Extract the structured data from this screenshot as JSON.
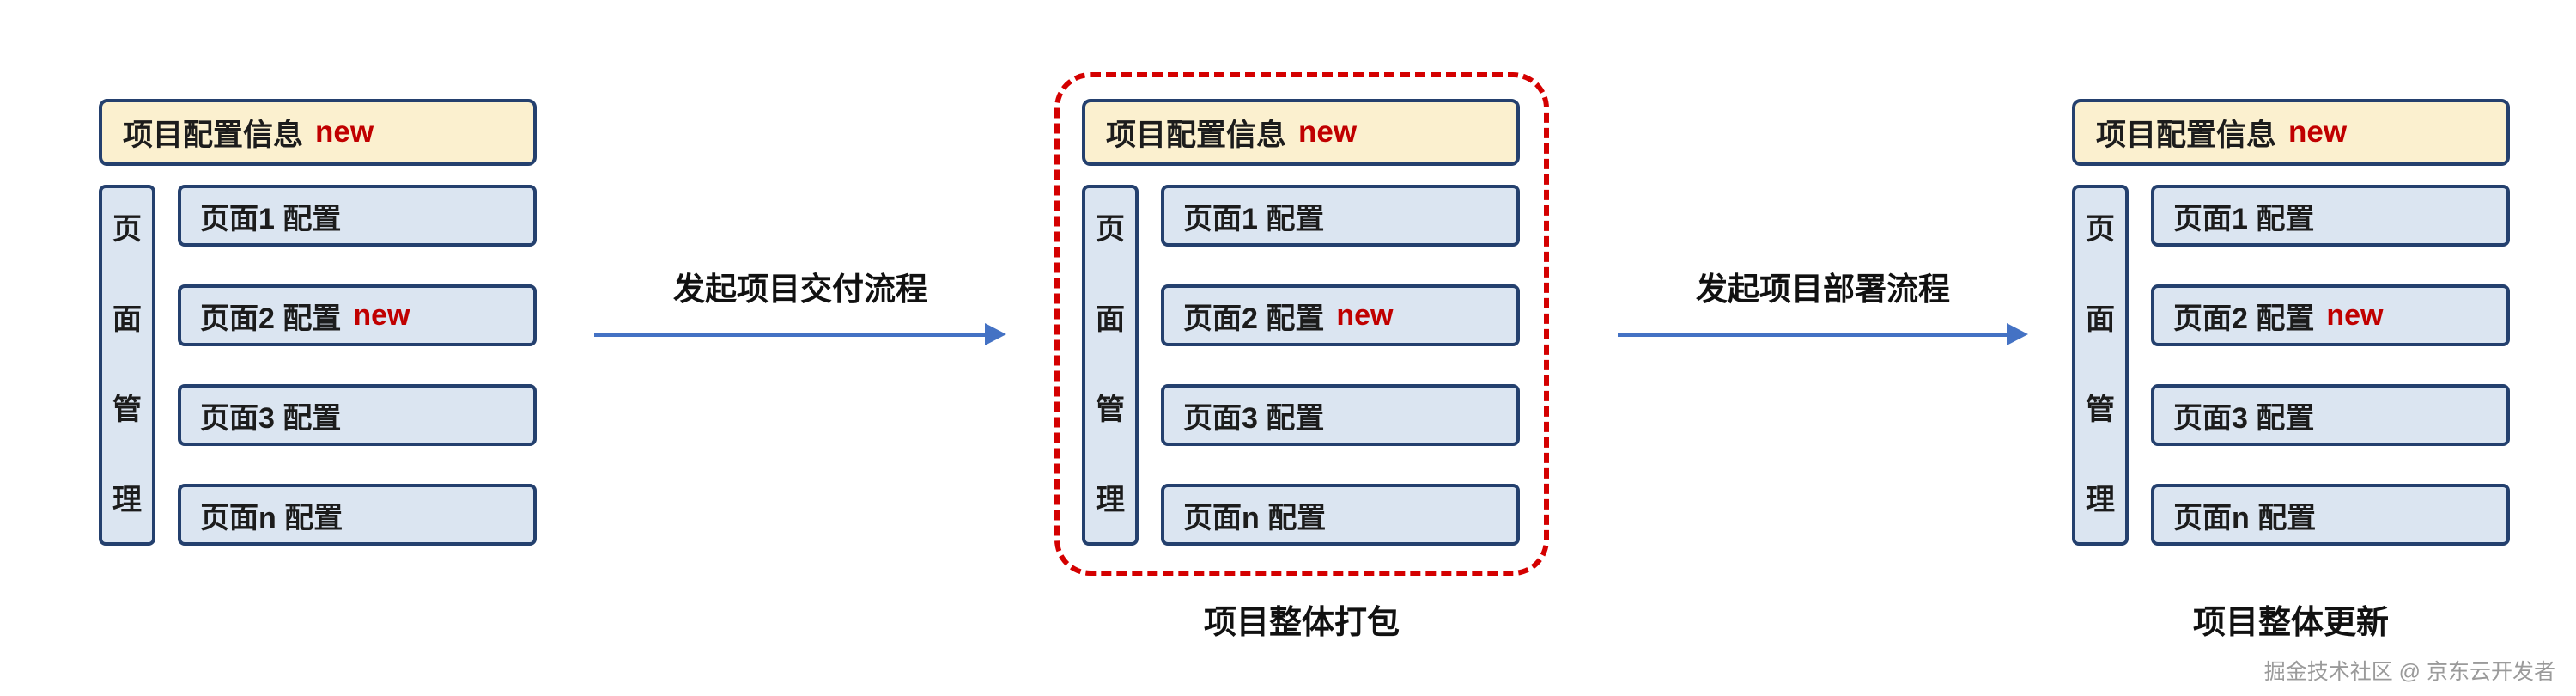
{
  "colors": {
    "box_border": "#24406E",
    "blue_fill": "#DBE5F1",
    "yellow_fill": "#FBF0CF",
    "new_red": "#C00000",
    "arrow_blue": "#4472C4",
    "dashed_red": "#D40000",
    "text_dark": "#1C1C1C",
    "watermark_gray": "#9A9A9A"
  },
  "groups": [
    {
      "config": {
        "label": "项目配置信息",
        "badge": "new"
      },
      "side": "页面管理",
      "pages": [
        {
          "label": "页面1 配置"
        },
        {
          "label": "页面2 配置",
          "badge": "new"
        },
        {
          "label": "页面3 配置"
        },
        {
          "label": "页面n 配置"
        }
      ]
    },
    {
      "config": {
        "label": "项目配置信息",
        "badge": "new"
      },
      "side": "页面管理",
      "pages": [
        {
          "label": "页面1 配置"
        },
        {
          "label": "页面2 配置",
          "badge": "new"
        },
        {
          "label": "页面3 配置"
        },
        {
          "label": "页面n 配置"
        }
      ],
      "caption": "项目整体打包"
    },
    {
      "config": {
        "label": "项目配置信息",
        "badge": "new"
      },
      "side": "页面管理",
      "pages": [
        {
          "label": "页面1 配置"
        },
        {
          "label": "页面2 配置",
          "badge": "new"
        },
        {
          "label": "页面3 配置"
        },
        {
          "label": "页面n 配置"
        }
      ],
      "caption": "项目整体更新"
    }
  ],
  "arrows": [
    {
      "label": "发起项目交付流程"
    },
    {
      "label": "发起项目部署流程"
    }
  ],
  "watermark": "掘金技术社区 @ 京东云开发者"
}
